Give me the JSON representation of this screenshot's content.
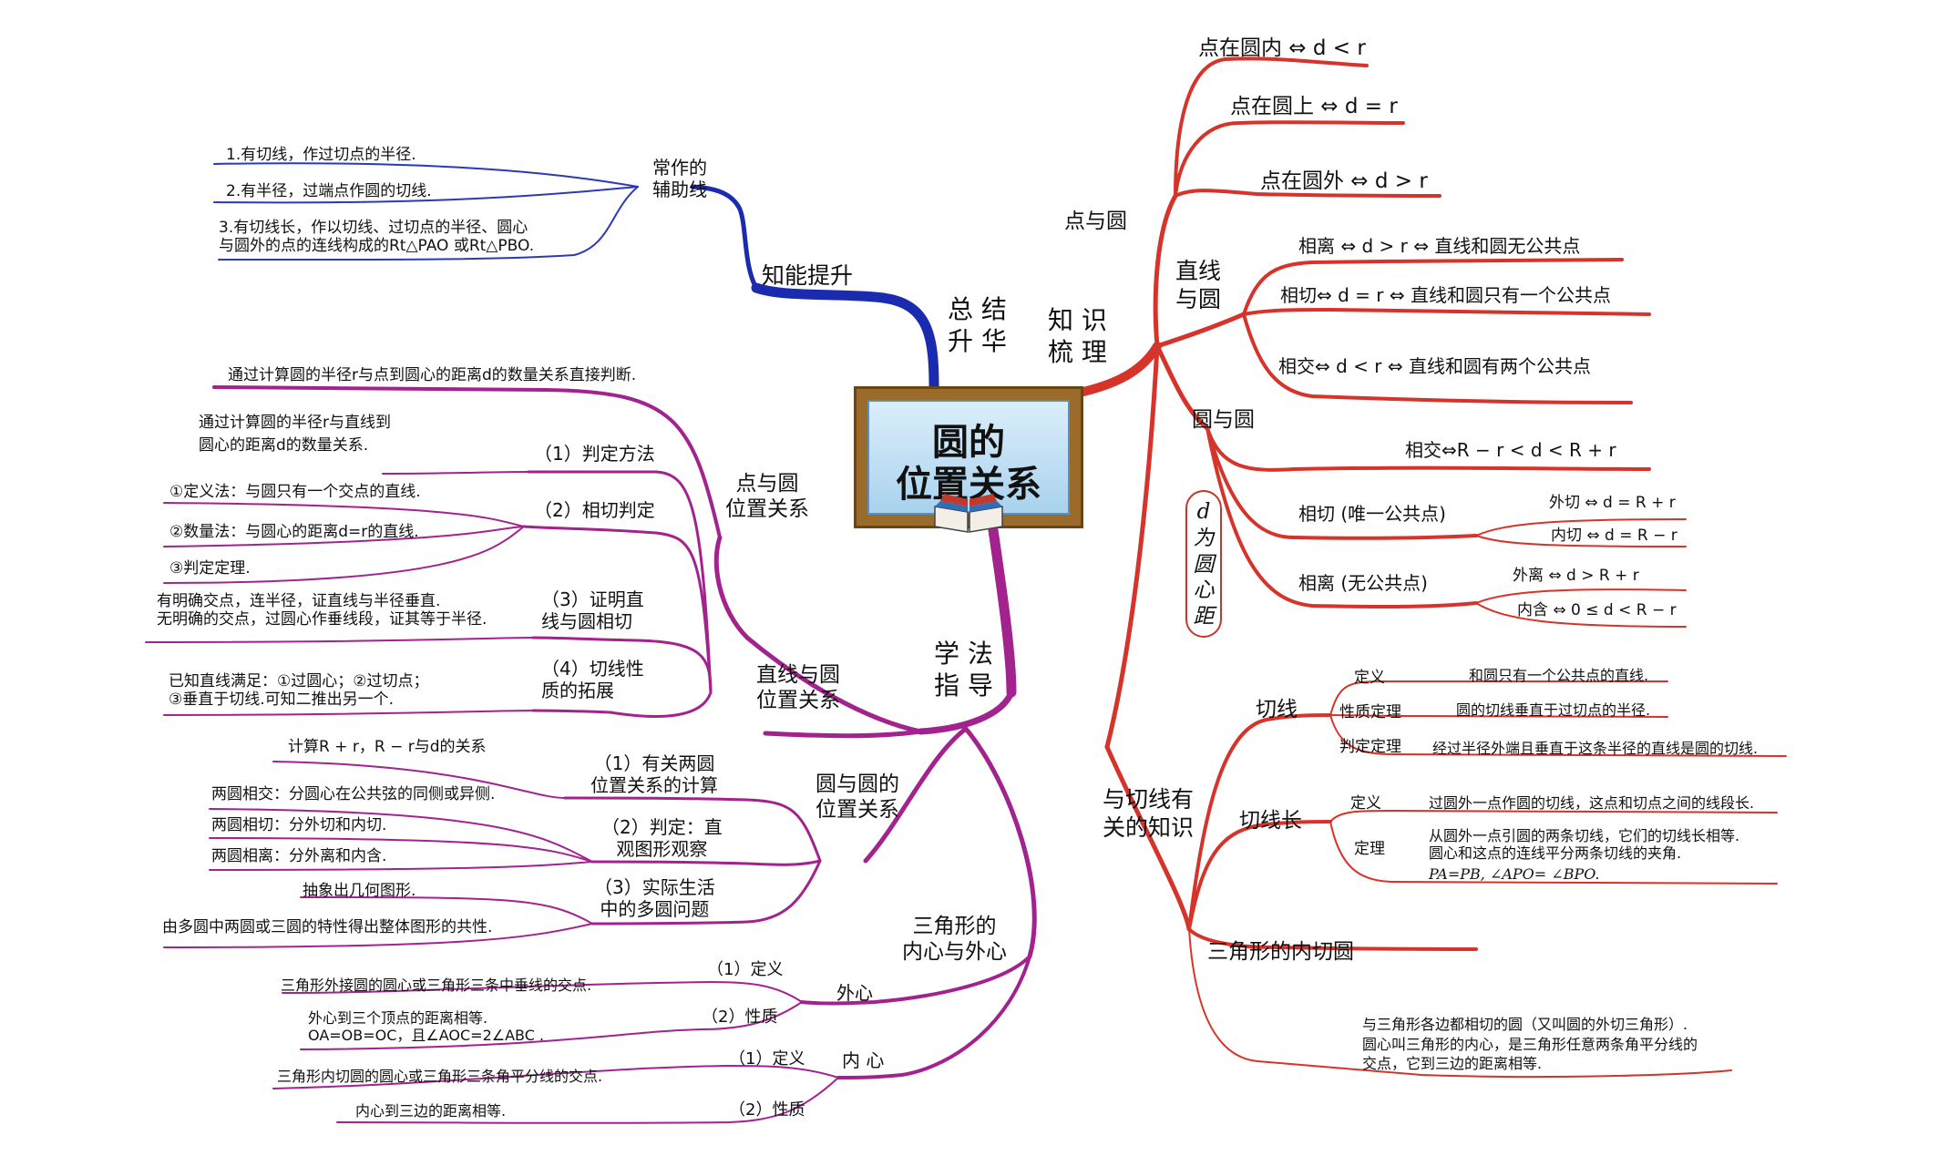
{
  "center": {
    "title": "圆的\n位置关系"
  },
  "colors": {
    "red": "#d6332a",
    "purple": "#a3238e",
    "blue": "#1a2bb0",
    "board_frame": "#9a6b2a",
    "board_face": "#b9dcf2"
  },
  "top_branch": {
    "label": "总 结\n升 华",
    "node": "知能提升",
    "sub": "常作的\n辅助线",
    "items": [
      "1.有切线，作过切点的半径.",
      "2.有半径，过端点作圆的切线.",
      "3.有切线长，作以切线、过切点的半径、圆心\n与圆外的点的连线构成的Rt△PAO 或Rt△PBO."
    ]
  },
  "right_branch": {
    "label": "知 识\n梳 理",
    "point_circle": {
      "label": "点与圆",
      "items": [
        "点在圆内 ⇔ d < r",
        "点在圆上  ⇔ d = r",
        "点在圆外 ⇔ d > r"
      ]
    },
    "line_circle": {
      "label": "直线\n与圆",
      "items": [
        "相离 ⇔ d > r ⇔ 直线和圆无公共点",
        "相切⇔ d = r ⇔ 直线和圆只有一个公共点",
        "相交⇔ d < r ⇔  直线和圆有两个公共点"
      ]
    },
    "circle_circle": {
      "label": "圆与圆",
      "d_note": "d\n为\n圆\n心\n距",
      "intersect": "相交⇔R − r < d < R + r",
      "tangent": {
        "label": "相切 (唯一公共点)",
        "outer": "外切  ⇔ d = R + r",
        "inner": "内切  ⇔ d = R − r"
      },
      "separate": {
        "label": "相离 (无公共点)",
        "outer": "外离     ⇔ d > R + r",
        "inner": "内含    ⇔  0 ≤ d < R − r"
      }
    },
    "tangent_knowledge": {
      "label": "与切线有\n关的知识",
      "tangent_line": {
        "label": "切线",
        "rows": [
          {
            "k": "定义",
            "v": "和圆只有一个公共点的直线."
          },
          {
            "k": "性质定理",
            "v": "圆的切线垂直于过切点的半径."
          },
          {
            "k": "判定定理",
            "v": "经过半径外端且垂直于这条半径的直线是圆的切线."
          }
        ]
      },
      "tangent_length": {
        "label": "切线长",
        "def_k": "定义",
        "def_v": "过圆外一点作圆的切线，这点和切点之间的线段长.",
        "thm_k": "定理",
        "thm_v": "从圆外一点引圆的两条切线，它们的切线长相等.\n圆心和这点的连线平分两条切线的夹角.",
        "thm_formula": "PA=PB, ∠APO= ∠BPO."
      },
      "incircle": {
        "label": "三角形的内切圆",
        "text": "与三角形各边都相切的圆（又叫圆的外切三角形）.\n圆心叫三角形的内心，是三角形任意两条角平分线的\n交点，它到三边的距离相等."
      }
    }
  },
  "left_branch": {
    "label": "学 法\n指 导",
    "point_circle": {
      "label": "点与圆\n位置关系",
      "text": "通过计算圆的半径r与点到圆心的距离d的数量关系直接判断."
    },
    "line_circle": {
      "label": "直线与圆\n位置关系",
      "method": {
        "label": "（1）判定方法",
        "text": "通过计算圆的半径r与直线到\n圆心的距离d的数量关系."
      },
      "tangent_judge": {
        "label": "（2）相切判定",
        "items": [
          "①定义法：与圆只有一个交点的直线.",
          "②数量法：与圆心的距离d=r的直线.",
          "③判定定理."
        ]
      },
      "prove": {
        "label": "（3）证明直\n线与圆相切",
        "text": "有明确交点，连半径，证直线与半径垂直.\n无明确的交点，过圆心作垂线段，证其等于半径."
      },
      "extend": {
        "label": "（4）切线性\n质的拓展",
        "text": "已知直线满足：①过圆心；②过切点；\n③垂直于切线.可知二推出另一个."
      }
    },
    "circle_circle": {
      "label": "圆与圆的\n位置关系",
      "calc": {
        "label": "（1）有关两圆\n位置关系的计算",
        "text": "计算R + r，R − r与d的关系"
      },
      "judge": {
        "label": "（2）判定：直\n观图形观察",
        "items": [
          "两圆相交：分圆心在公共弦的同侧或异侧.",
          "两圆相切：分外切和内切.",
          "两圆相离：分外离和内含."
        ]
      },
      "life": {
        "label": "（3）实际生活\n中的多圆问题",
        "items": [
          "抽象出几何图形.",
          "由多圆中两圆或三圆的特性得出整体图形的共性."
        ]
      }
    },
    "triangle": {
      "label": "三角形的\n内心与外心",
      "circumcenter": {
        "label": "外心",
        "def_k": "（1）定义",
        "def_v": "三角形外接圆的圆心或三角形三条中垂线的交点.",
        "prop_k": "（2）性质",
        "prop_v": "外心到三个顶点的距离相等.\nOA=OB=OC，且∠AOC=2∠ABC ."
      },
      "incenter": {
        "label": "内 心",
        "def_k": "（1）定义",
        "def_v": "三角形内切圆的圆心或三角形三条角平分线的交点.",
        "prop_k": "（2）性质",
        "prop_v": "内心到三边的距离相等."
      }
    }
  }
}
